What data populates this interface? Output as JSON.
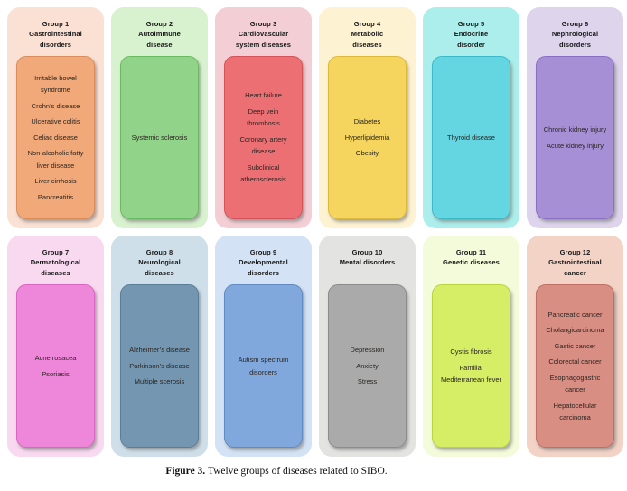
{
  "figure": {
    "caption_label": "Figure 3.",
    "caption_text": " Twelve groups of diseases related to SIBO."
  },
  "groups": [
    {
      "label": "Group 1",
      "name": "Gastrointestinal\ndisorders",
      "items": [
        "Irritable bowel\nsyndrome",
        "Crohn’s disease",
        "Ulcerative colitis",
        "Celiac disease",
        "Non-alcoholic fatty\nliver disease",
        "Liver cirrhosis",
        "Pancreatitis"
      ],
      "colors": {
        "outer": "#fae1d4",
        "inner": "#f1a97a",
        "border": "#d98d5c"
      }
    },
    {
      "label": "Group 2",
      "name": "Autoimmune\ndisease",
      "items": [
        "Systemic sclerosis"
      ],
      "colors": {
        "outer": "#d8f1cf",
        "inner": "#92d38a",
        "border": "#6cb964"
      }
    },
    {
      "label": "Group 3",
      "name": "Cardiovascular\nsystem diseases",
      "items": [
        "Heart failure",
        "Deep vein\nthrombosis",
        "Coronary artery\ndisease",
        "Subclinical\natherosclerosis"
      ],
      "colors": {
        "outer": "#f3cfd5",
        "inner": "#ec6f73",
        "border": "#d25459"
      }
    },
    {
      "label": "Group 4",
      "name": "Metabolic\ndiseases",
      "items": [
        "Diabetes",
        "Hyperlipidemia",
        "Obesity"
      ],
      "colors": {
        "outer": "#fdf3d3",
        "inner": "#f5d55e",
        "border": "#dcb93c"
      }
    },
    {
      "label": "Group 5",
      "name": "Endocrine\ndisorder",
      "items": [
        "Thyroid disease"
      ],
      "colors": {
        "outer": "#aceeeb",
        "inner": "#63d6e1",
        "border": "#3cb9c9"
      }
    },
    {
      "label": "Group 6",
      "name": "Nephrological\ndisorders",
      "items": [
        "Chronic kidney injury",
        "Acute kidney injury"
      ],
      "colors": {
        "outer": "#ded5ed",
        "inner": "#a78fd5",
        "border": "#8a70c2"
      }
    },
    {
      "label": "Group 7",
      "name": "Dermatological\ndiseases",
      "items": [
        "Acne rosacea",
        "Psoriasis"
      ],
      "colors": {
        "outer": "#f9d9f0",
        "inner": "#ee86da",
        "border": "#d767c0"
      }
    },
    {
      "label": "Group 8",
      "name": "Neurological\ndiseases",
      "items": [
        "Alzheimer’s disease",
        "Parkinson’s disease",
        "Multiple scerosis"
      ],
      "colors": {
        "outer": "#cfdfe9",
        "inner": "#7596b0",
        "border": "#597e98"
      }
    },
    {
      "label": "Group 9",
      "name": "Developmental\ndisorders",
      "items": [
        "Autism spectrum\ndisorders"
      ],
      "colors": {
        "outer": "#d3e2f4",
        "inner": "#81a8dd",
        "border": "#6189c2"
      }
    },
    {
      "label": "Group 10",
      "name": "Mental disorders",
      "items": [
        "Depression",
        "Anxiety",
        "Stress"
      ],
      "colors": {
        "outer": "#e3e3e2",
        "inner": "#aaaaaa",
        "border": "#8c8c8c"
      }
    },
    {
      "label": "Group 11",
      "name": "Genetic diseases",
      "items": [
        "Cystis fibrosis",
        "Familial\nMediterranean fever"
      ],
      "colors": {
        "outer": "#f4fbda",
        "inner": "#d6ee65",
        "border": "#b9d442"
      }
    },
    {
      "label": "Group 12",
      "name": "Gastrointestinal\ncancer",
      "items": [
        "Pancreatic cancer",
        "Cholangicarcinoma",
        "Gastic cancer",
        "Colorectal cancer",
        "Esophagogastric\ncancer",
        "Hepatocellular\ncarcinoma"
      ],
      "colors": {
        "outer": "#f2d3c6",
        "inner": "#d98e84",
        "border": "#bf6f64"
      }
    }
  ]
}
